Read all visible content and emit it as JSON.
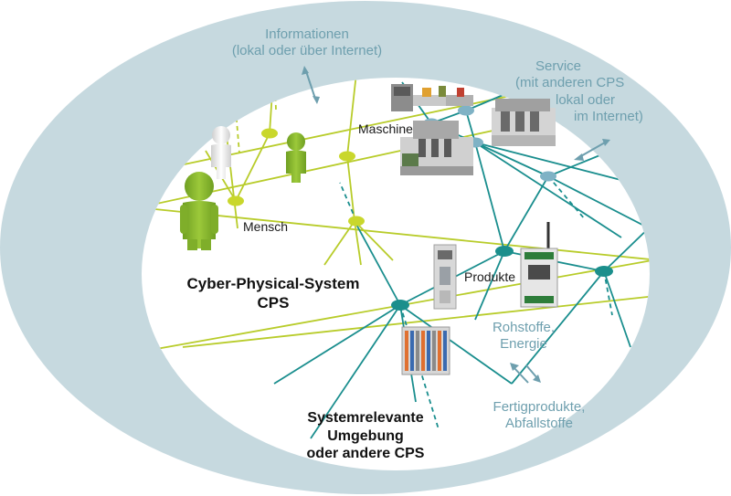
{
  "labels": {
    "informationen": {
      "line1": "Informationen",
      "line2": "(lokal oder über Internet)"
    },
    "service": {
      "line1": "Service",
      "line2": "(mit anderen CPS",
      "line3": "lokal oder",
      "line4": "im Internet)"
    },
    "maschine": "Maschine",
    "mensch": "Mensch",
    "produkte": "Produkte",
    "cps_title": {
      "line1": "Cyber-Physical-System",
      "line2": "CPS"
    },
    "rohstoffe": {
      "line1": "Rohstoffe,",
      "line2": "Energie"
    },
    "fertigprodukte": {
      "line1": "Fertigprodukte,",
      "line2": "Abfallstoffe"
    },
    "umgebung": {
      "line1": "Systemrelevante",
      "line2": "Umgebung",
      "line3": "oder andere CPS"
    }
  },
  "colors": {
    "outer_ring": "#c6d9df",
    "inner_fill": "#ffffff",
    "green_line": "#b8cc2a",
    "teal_line": "#1a8e8e",
    "green_node": "#c9d72c",
    "teal_node": "#1b8f8c",
    "blue_node": "#7fb2c5",
    "figure_green": "#8dbb2e",
    "figure_white": "#f2f2f2",
    "arrow": "#6e9fae"
  },
  "icons": [
    "person-green-icon",
    "person-white-icon",
    "machine-icon",
    "controller-module-icon",
    "wireless-module-icon",
    "terminal-block-icon"
  ]
}
